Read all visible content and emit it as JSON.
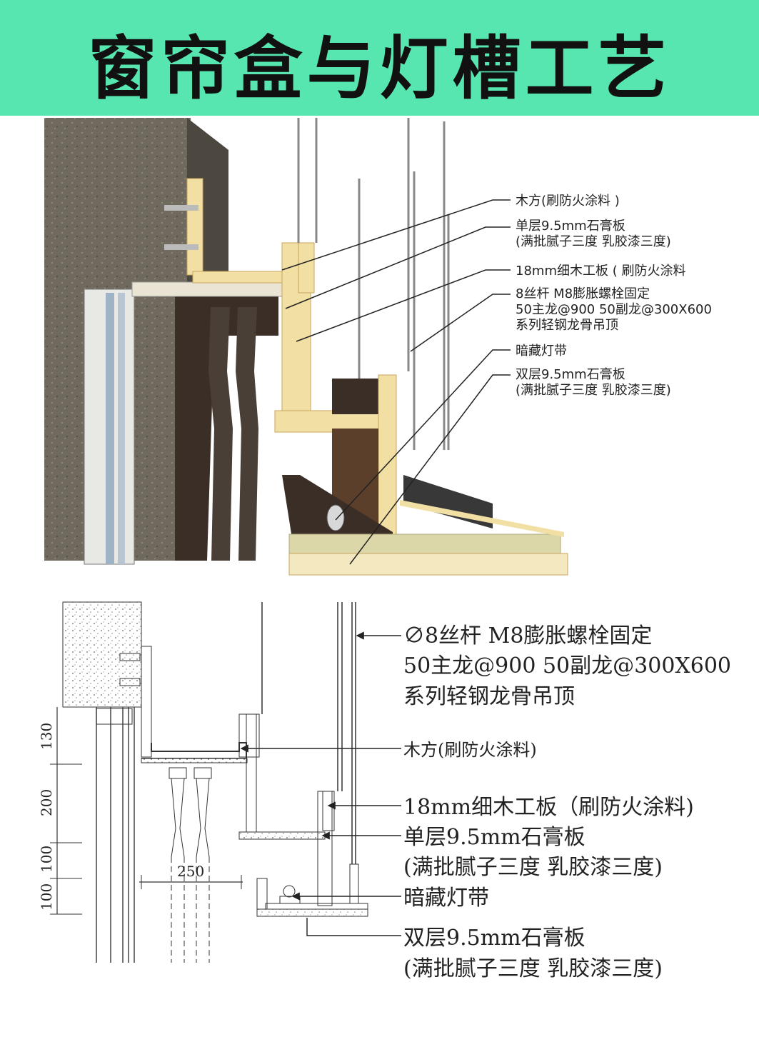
{
  "title": "窗帘盒与灯槽工艺",
  "colors": {
    "banner": "#57e6b0",
    "wood": "#f2dfa4",
    "wood_edge": "#c9a45e",
    "concrete": "#6f6a5d",
    "panel": "#5c3f2a"
  },
  "top_labels": [
    {
      "lines": [
        "木方(刷防火涂料 )"
      ]
    },
    {
      "lines": [
        "单层9.5mm石膏板",
        "(满批腻子三度 乳胶漆三度)"
      ]
    },
    {
      "lines": [
        "18mm细木工板 ( 刷防火涂料"
      ]
    },
    {
      "lines": [
        "8丝杆 M8膨胀螺栓固定",
        "50主龙@900  50副龙@300X600",
        "系列轻钢龙骨吊顶"
      ]
    },
    {
      "lines": [
        "暗藏灯带"
      ]
    },
    {
      "lines": [
        "双层9.5mm石膏板",
        "(满批腻子三度 乳胶漆三度)"
      ]
    }
  ],
  "bottom_labels": [
    {
      "lines": [
        "∅8丝杆 M8膨胀螺栓固定",
        "50主龙@900   50副龙@300X600",
        "系列轻钢龙骨吊顶"
      ]
    },
    {
      "lines": [
        "木方(刷防火涂料)"
      ]
    },
    {
      "lines": [
        "18mm细木工板（刷防火涂料)"
      ]
    },
    {
      "lines": [
        "单层9.5mm石膏板",
        "(满批腻子三度 乳胶漆三度)"
      ]
    },
    {
      "lines": [
        "暗藏灯带"
      ]
    },
    {
      "lines": [
        "双层9.5mm石膏板",
        "(满批腻子三度 乳胶漆三度)"
      ]
    }
  ],
  "dimensions": {
    "vertical": [
      "130",
      "200",
      "100",
      "100"
    ],
    "width": "250"
  }
}
